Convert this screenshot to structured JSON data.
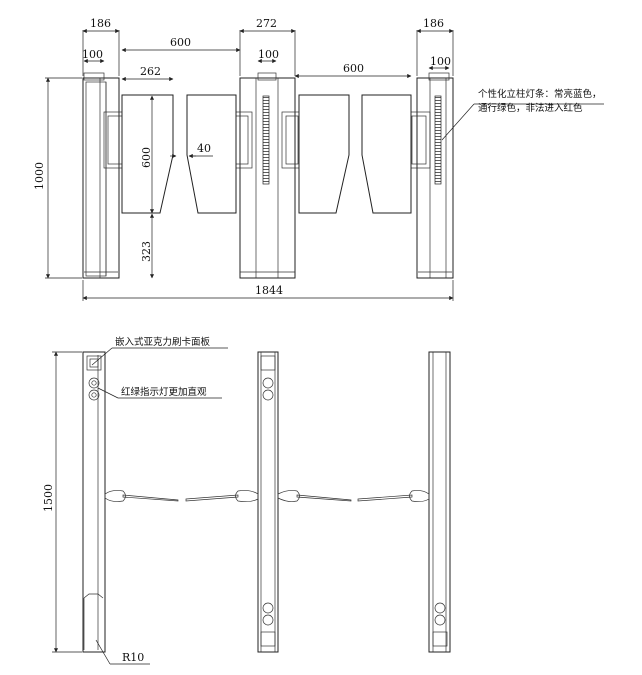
{
  "front_view": {
    "dimensions": {
      "post_width_left": "186",
      "post_width_center": "272",
      "post_width_right": "186",
      "post_inner_left": "100",
      "post_inner_center": "100",
      "post_inner_right": "100",
      "passage_left": "600",
      "passage_right": "600",
      "wing_width": "262",
      "wing_height": "600",
      "wing_gap": "40",
      "wing_bottom_offset": "323",
      "total_height": "1000",
      "total_width": "1844"
    },
    "annotation_light_line1": "个性化立柱灯条：常亮蓝色，",
    "annotation_light_line2": "通行绿色，非法进入红色"
  },
  "top_view": {
    "dimensions": {
      "length": "1500",
      "radius": "R10"
    },
    "annotation_card_panel": "嵌入式亚克力刷卡面板",
    "annotation_indicator": "红绿指示灯更加直观"
  }
}
